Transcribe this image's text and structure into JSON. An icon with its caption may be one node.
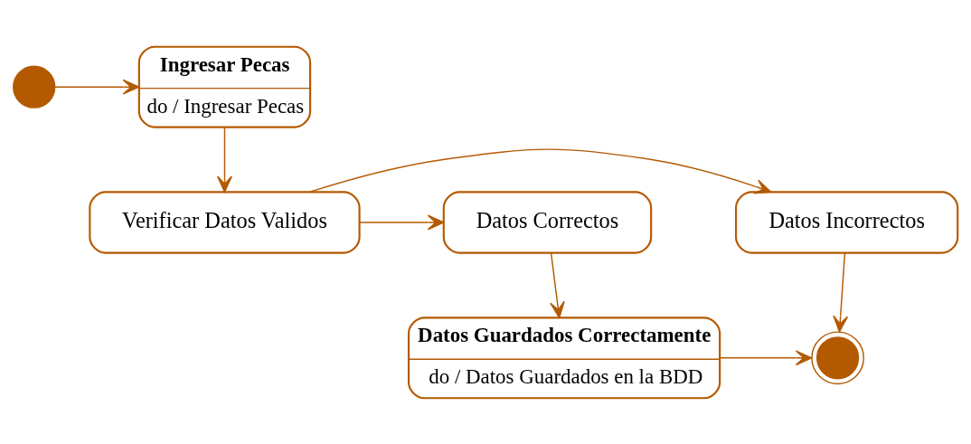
{
  "diagram": {
    "nodes": [
      {
        "text": [],
        "shape": "circle"
      },
      {
        "text": [
          "Ingresar Pecas",
          "do / Ingresar Pecas"
        ]
      },
      {
        "text": [
          "Verificar Datos Validos"
        ]
      },
      {
        "text": [
          "Datos Correctos"
        ]
      },
      {
        "text": [
          "Datos Incorrectos"
        ]
      },
      {
        "text": [
          "Datos Guardados Correctamente",
          "do / Datos Guardados en la BDD"
        ]
      },
      {
        "text": [],
        "shape": "circle"
      }
    ],
    "edges": [
      {
        "from": 0,
        "to": 1,
        "arrow": "to"
      },
      {
        "from": 1,
        "to": 2,
        "arrow": "to"
      },
      {
        "from": 2,
        "to": 3,
        "arrow": "to"
      },
      {
        "from": 2,
        "to": 4,
        "arrow": "to"
      },
      {
        "from": 3,
        "to": 5,
        "arrow": "to"
      },
      {
        "from": 4,
        "to": 6,
        "arrow": "to"
      },
      {
        "from": 5,
        "to": 6,
        "arrow": "to"
      }
    ]
  }
}
